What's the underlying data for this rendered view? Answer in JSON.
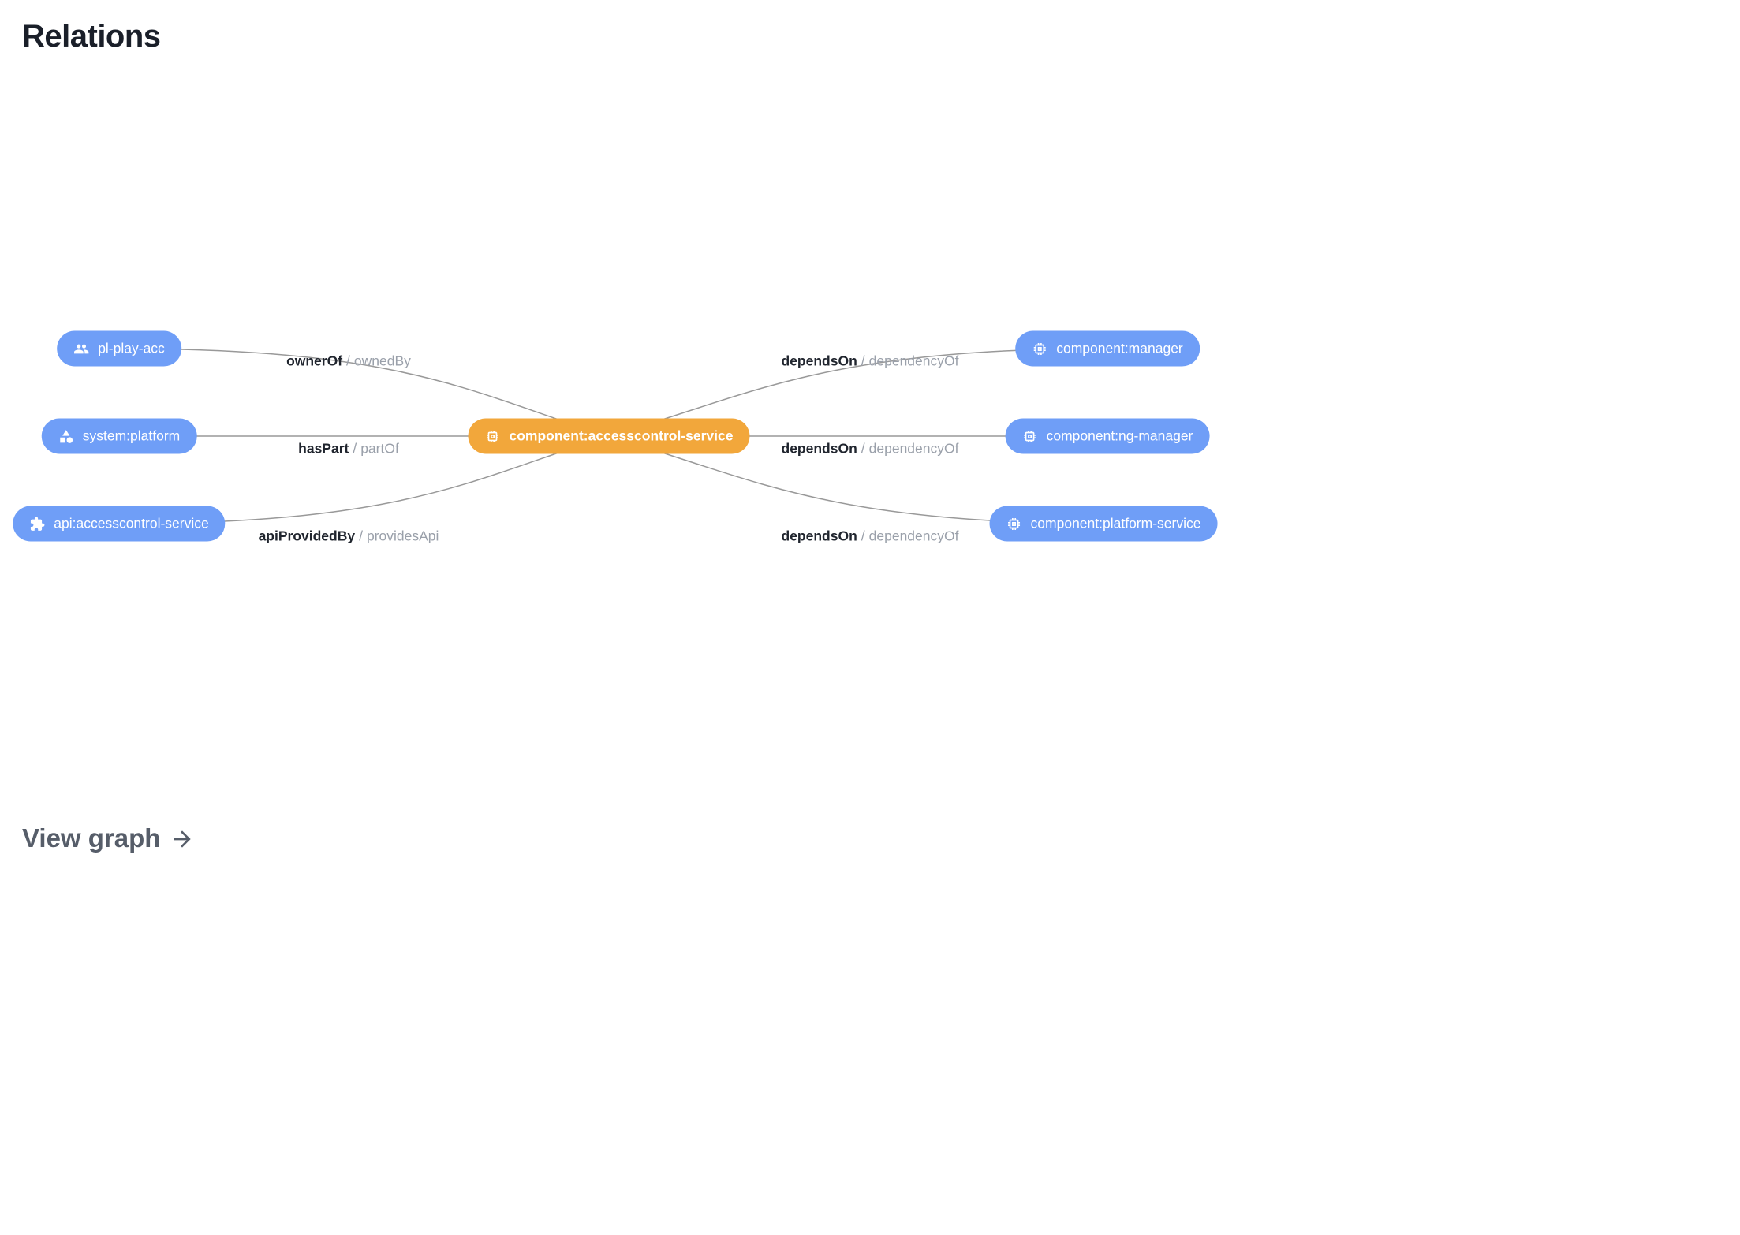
{
  "page": {
    "title": "Relations",
    "view_graph_label": "View graph"
  },
  "graph": {
    "colors": {
      "node_blue": "#6f9ef7",
      "node_orange": "#f2a73b",
      "edge": "#999999",
      "label_primary": "#20252e",
      "label_secondary": "#9aa0aa"
    },
    "center_node": {
      "label": "component:accesscontrol-service",
      "icon": "component-chip-icon"
    },
    "left_nodes": [
      {
        "label": "pl-play-acc",
        "icon": "group-icon"
      },
      {
        "label": "system:platform",
        "icon": "system-shapes-icon"
      },
      {
        "label": "api:accesscontrol-service",
        "icon": "api-puzzle-icon"
      }
    ],
    "right_nodes": [
      {
        "label": "component:manager",
        "icon": "component-chip-icon"
      },
      {
        "label": "component:ng-manager",
        "icon": "component-chip-icon"
      },
      {
        "label": "component:platform-service",
        "icon": "component-chip-icon"
      }
    ],
    "edge_labels_left": [
      {
        "primary": "ownerOf",
        "separator": "/",
        "secondary": "ownedBy"
      },
      {
        "primary": "hasPart",
        "separator": "/",
        "secondary": "partOf"
      },
      {
        "primary": "apiProvidedBy",
        "separator": "/",
        "secondary": "providesApi"
      }
    ],
    "edge_labels_right": [
      {
        "primary": "dependsOn",
        "separator": "/",
        "secondary": "dependencyOf"
      },
      {
        "primary": "dependsOn",
        "separator": "/",
        "secondary": "dependencyOf"
      },
      {
        "primary": "dependsOn",
        "separator": "/",
        "secondary": "dependencyOf"
      }
    ]
  }
}
